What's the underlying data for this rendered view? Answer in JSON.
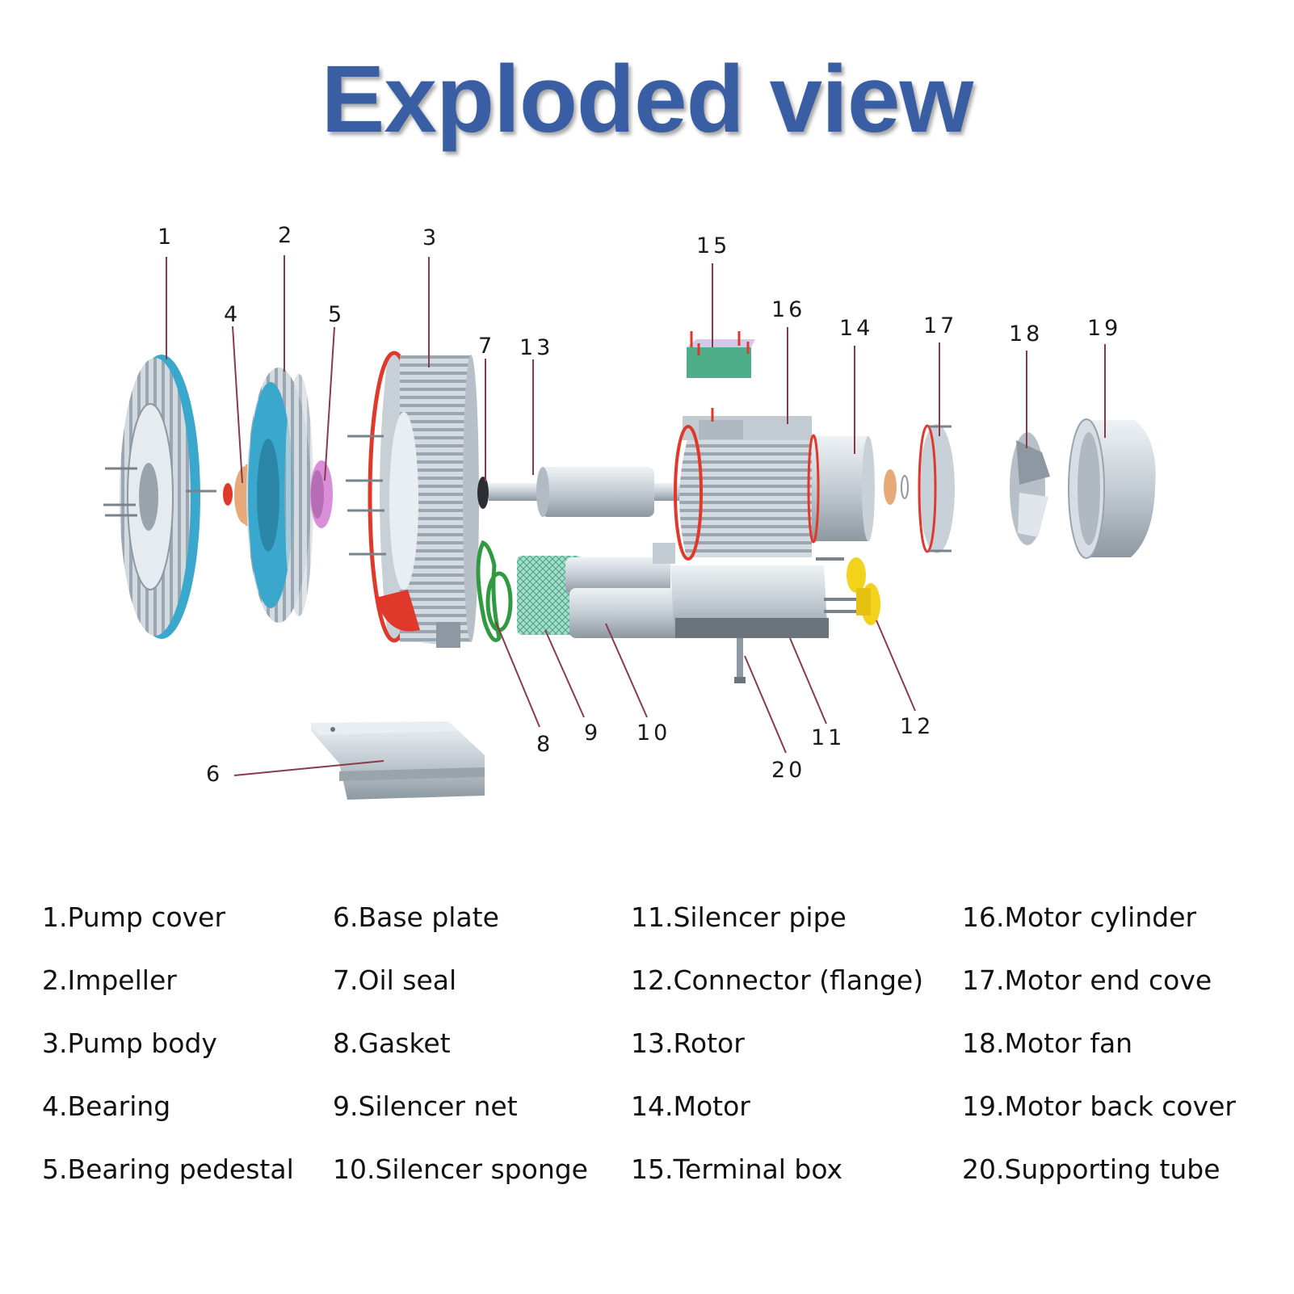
{
  "title": "Exploded view",
  "parts": [
    {
      "num": "1",
      "name": "Pump cover"
    },
    {
      "num": "2",
      "name": "Impeller"
    },
    {
      "num": "3",
      "name": "Pump body"
    },
    {
      "num": "4",
      "name": "Bearing"
    },
    {
      "num": "5",
      "name": "Bearing pedestal"
    },
    {
      "num": "6",
      "name": "Base plate"
    },
    {
      "num": "7",
      "name": "Oil seal"
    },
    {
      "num": "8",
      "name": "Gasket"
    },
    {
      "num": "9",
      "name": "Silencer net"
    },
    {
      "num": "10",
      "name": "Silencer sponge"
    },
    {
      "num": "11",
      "name": "Silencer pipe"
    },
    {
      "num": "12",
      "name": "Connector (flange)"
    },
    {
      "num": "13",
      "name": "Rotor"
    },
    {
      "num": "14",
      "name": "Motor"
    },
    {
      "num": "15",
      "name": "Terminal box"
    },
    {
      "num": "16",
      "name": "Motor cylinder"
    },
    {
      "num": "17",
      "name": "Motor end cove"
    },
    {
      "num": "18",
      "name": "Motor fan"
    },
    {
      "num": "19",
      "name": "Motor back cover"
    },
    {
      "num": "20",
      "name": "Supporting tube"
    }
  ],
  "legend_entries": [
    "1.Pump cover",
    "2.Impeller",
    "3.Pump body",
    "4.Bearing",
    "5.Bearing pedestal",
    "6.Base plate",
    "7.Oil seal",
    "8.Gasket",
    "9.Silencer net",
    "10.Silencer sponge",
    "11.Silencer pipe",
    "12.Connector (flange)",
    "13.Rotor",
    "14.Motor",
    "15.Terminal box",
    "16.Motor cylinder",
    "17.Motor end cove",
    "18.Motor fan",
    "19.Motor back cover",
    "20.Supporting tube"
  ],
  "colors": {
    "title": "#3a5ea3",
    "metal": "#c9d1d8",
    "metal_dark": "#8f99a3",
    "impeller_blue": "#3aa7cc",
    "gasket_green": "#2f9a3f",
    "net_green": "#7ec9b0",
    "terminal_green": "#4fae8a",
    "flange_yellow": "#f2d21b",
    "bearing_orange": "#e7a977",
    "pedestal_pink": "#d88fd8",
    "seal_red": "#e0392b",
    "leader": "#8a3a4a"
  }
}
